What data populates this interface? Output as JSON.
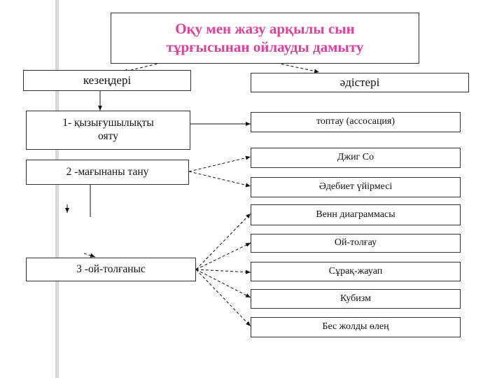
{
  "title": {
    "line1": "Оқу мен жазу арқылы сын",
    "line2": "тұрғысынан ойлауды дамыту",
    "color": "#e0409a"
  },
  "headers": {
    "stages": "кезеңдері",
    "methods": "әдістері"
  },
  "stages": [
    {
      "line1": "1- қызығушылықты",
      "line2": "ояту"
    },
    {
      "line1": "2 -мағынаны тану",
      "line2": ""
    },
    {
      "line1": "3 -ой-толғаныс",
      "line2": ""
    }
  ],
  "methods": [
    "топтау (ассосация)",
    "Джиг Со",
    "Әдебиет үйірмесі",
    "Венн диаграммасы",
    "Ой-толғау",
    "Сұрақ-жауап",
    "Кубизм",
    "Бес жолды өлең"
  ]
}
